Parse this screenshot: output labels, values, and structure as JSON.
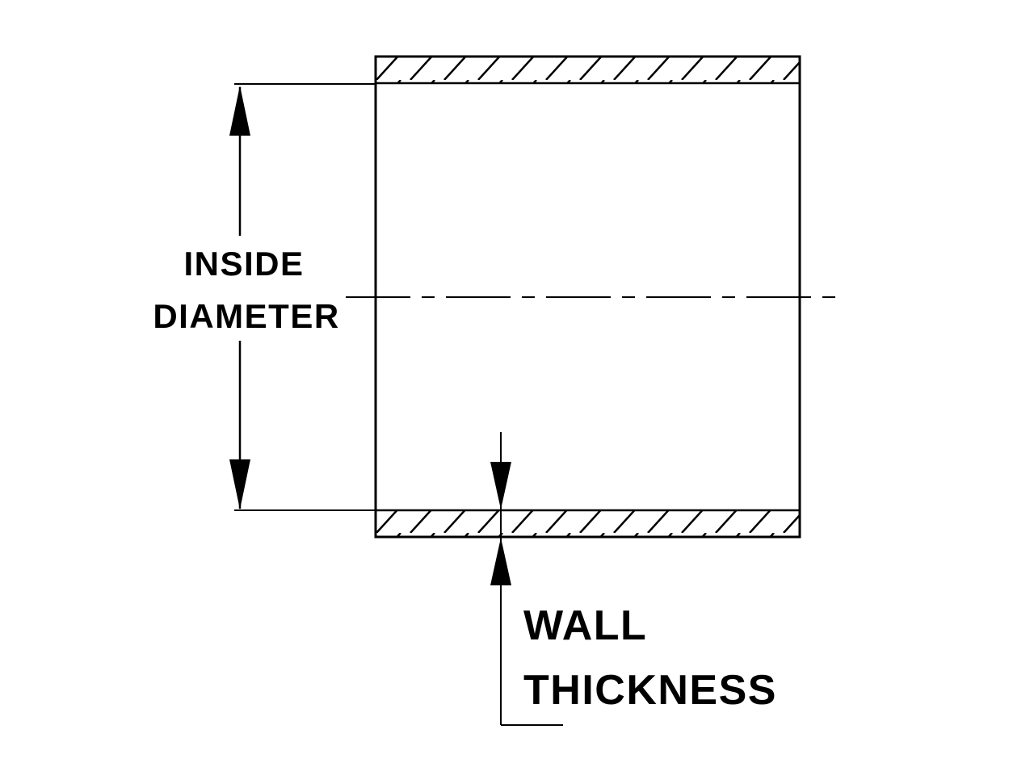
{
  "diagram": {
    "labels": {
      "inside_diameter": {
        "line1": "INSIDE",
        "line2": "DIAMETER"
      },
      "wall_thickness": {
        "line1": "WALL",
        "line2": "THICKNESS"
      }
    },
    "colors": {
      "line": "#000000",
      "background": "#ffffff"
    }
  }
}
